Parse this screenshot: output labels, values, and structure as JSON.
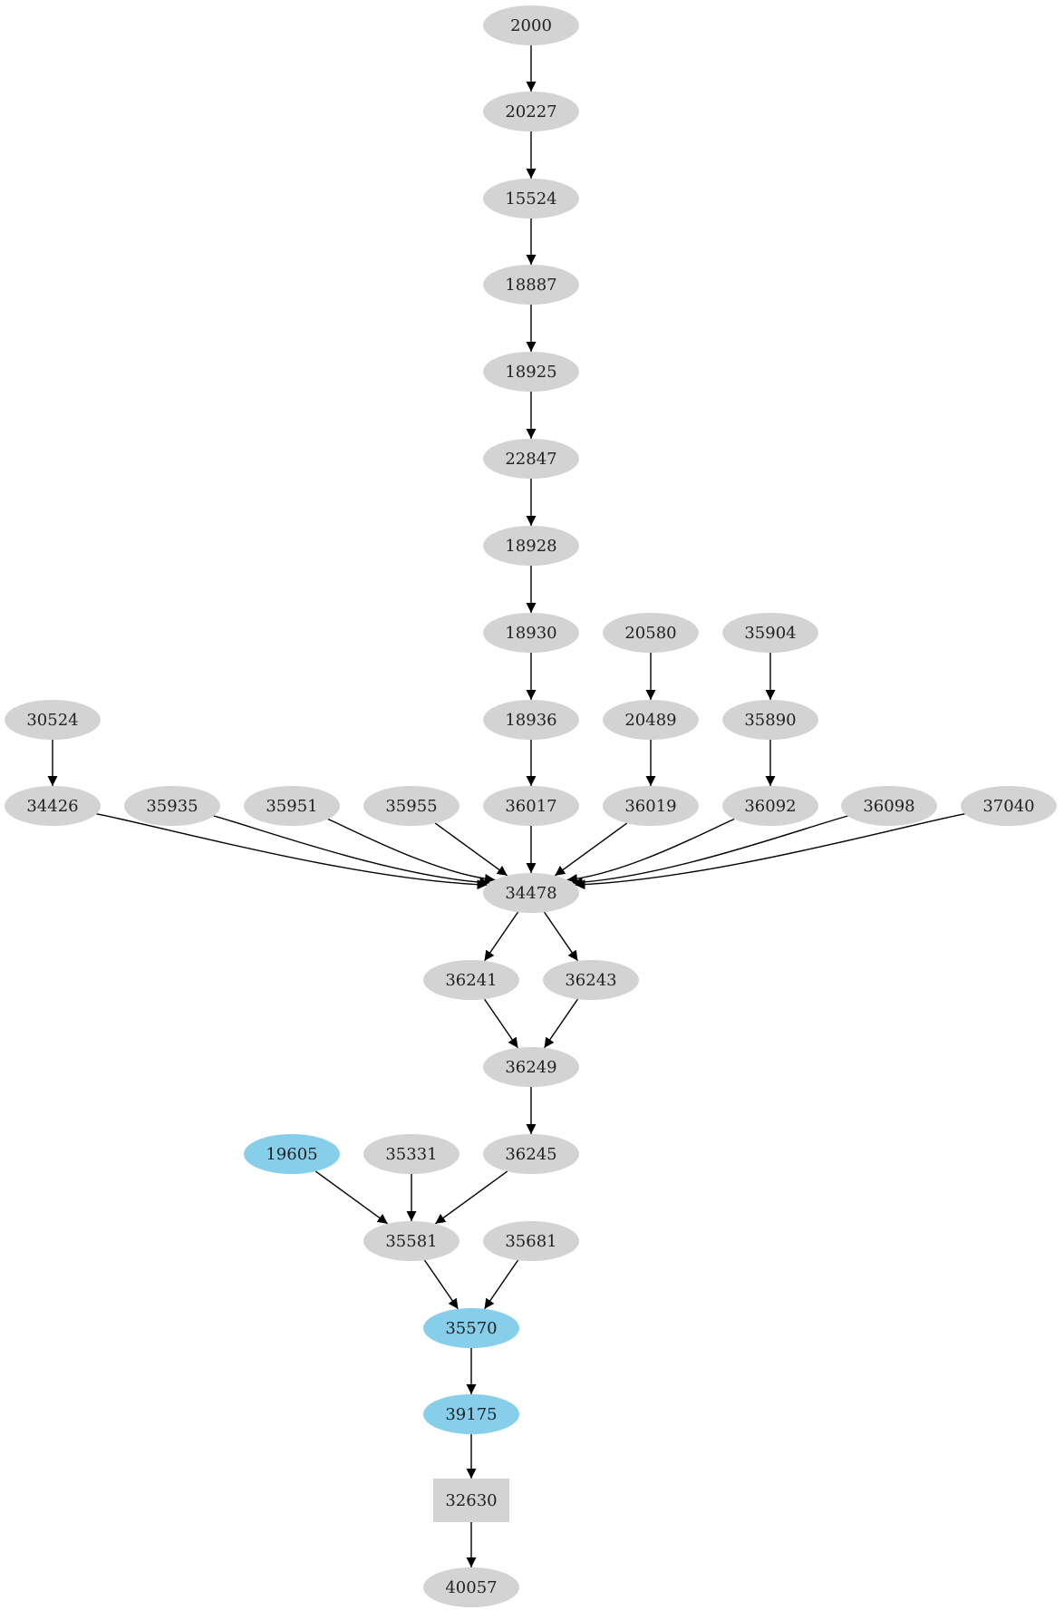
{
  "colors": {
    "default_fill": "#d3d3d3",
    "highlight_fill": "#87ceeb",
    "edge": "#000000"
  },
  "nodes": [
    {
      "id": "2000",
      "label": "2000",
      "shape": "ellipse",
      "highlight": false
    },
    {
      "id": "20227",
      "label": "20227",
      "shape": "ellipse",
      "highlight": false
    },
    {
      "id": "15524",
      "label": "15524",
      "shape": "ellipse",
      "highlight": false
    },
    {
      "id": "18887",
      "label": "18887",
      "shape": "ellipse",
      "highlight": false
    },
    {
      "id": "18925",
      "label": "18925",
      "shape": "ellipse",
      "highlight": false
    },
    {
      "id": "22847",
      "label": "22847",
      "shape": "ellipse",
      "highlight": false
    },
    {
      "id": "18928",
      "label": "18928",
      "shape": "ellipse",
      "highlight": false
    },
    {
      "id": "18930",
      "label": "18930",
      "shape": "ellipse",
      "highlight": false
    },
    {
      "id": "20580",
      "label": "20580",
      "shape": "ellipse",
      "highlight": false
    },
    {
      "id": "35904",
      "label": "35904",
      "shape": "ellipse",
      "highlight": false
    },
    {
      "id": "30524",
      "label": "30524",
      "shape": "ellipse",
      "highlight": false
    },
    {
      "id": "18936",
      "label": "18936",
      "shape": "ellipse",
      "highlight": false
    },
    {
      "id": "20489",
      "label": "20489",
      "shape": "ellipse",
      "highlight": false
    },
    {
      "id": "35890",
      "label": "35890",
      "shape": "ellipse",
      "highlight": false
    },
    {
      "id": "34426",
      "label": "34426",
      "shape": "ellipse",
      "highlight": false
    },
    {
      "id": "35935",
      "label": "35935",
      "shape": "ellipse",
      "highlight": false
    },
    {
      "id": "35951",
      "label": "35951",
      "shape": "ellipse",
      "highlight": false
    },
    {
      "id": "35955",
      "label": "35955",
      "shape": "ellipse",
      "highlight": false
    },
    {
      "id": "36017",
      "label": "36017",
      "shape": "ellipse",
      "highlight": false
    },
    {
      "id": "36019",
      "label": "36019",
      "shape": "ellipse",
      "highlight": false
    },
    {
      "id": "36092",
      "label": "36092",
      "shape": "ellipse",
      "highlight": false
    },
    {
      "id": "36098",
      "label": "36098",
      "shape": "ellipse",
      "highlight": false
    },
    {
      "id": "37040",
      "label": "37040",
      "shape": "ellipse",
      "highlight": false
    },
    {
      "id": "34478",
      "label": "34478",
      "shape": "ellipse",
      "highlight": false
    },
    {
      "id": "36241",
      "label": "36241",
      "shape": "ellipse",
      "highlight": false
    },
    {
      "id": "36243",
      "label": "36243",
      "shape": "ellipse",
      "highlight": false
    },
    {
      "id": "36249",
      "label": "36249",
      "shape": "ellipse",
      "highlight": false
    },
    {
      "id": "19605",
      "label": "19605",
      "shape": "ellipse",
      "highlight": true
    },
    {
      "id": "35331",
      "label": "35331",
      "shape": "ellipse",
      "highlight": false
    },
    {
      "id": "36245",
      "label": "36245",
      "shape": "ellipse",
      "highlight": false
    },
    {
      "id": "35581",
      "label": "35581",
      "shape": "ellipse",
      "highlight": false
    },
    {
      "id": "35681",
      "label": "35681",
      "shape": "ellipse",
      "highlight": false
    },
    {
      "id": "35570",
      "label": "35570",
      "shape": "ellipse",
      "highlight": true
    },
    {
      "id": "39175",
      "label": "39175",
      "shape": "ellipse",
      "highlight": true
    },
    {
      "id": "32630",
      "label": "32630",
      "shape": "box",
      "highlight": false
    },
    {
      "id": "40057",
      "label": "40057",
      "shape": "ellipse",
      "highlight": false
    }
  ],
  "edges": [
    [
      "2000",
      "20227"
    ],
    [
      "20227",
      "15524"
    ],
    [
      "15524",
      "18887"
    ],
    [
      "18887",
      "18925"
    ],
    [
      "18925",
      "22847"
    ],
    [
      "22847",
      "18928"
    ],
    [
      "18928",
      "18930"
    ],
    [
      "18930",
      "18936"
    ],
    [
      "18936",
      "36017"
    ],
    [
      "20580",
      "20489"
    ],
    [
      "20489",
      "36019"
    ],
    [
      "35904",
      "35890"
    ],
    [
      "35890",
      "36092"
    ],
    [
      "30524",
      "34426"
    ],
    [
      "34426",
      "34478"
    ],
    [
      "35935",
      "34478"
    ],
    [
      "35951",
      "34478"
    ],
    [
      "35955",
      "34478"
    ],
    [
      "36017",
      "34478"
    ],
    [
      "36019",
      "34478"
    ],
    [
      "36092",
      "34478"
    ],
    [
      "36098",
      "34478"
    ],
    [
      "37040",
      "34478"
    ],
    [
      "34478",
      "36241"
    ],
    [
      "34478",
      "36243"
    ],
    [
      "36241",
      "36249"
    ],
    [
      "36243",
      "36249"
    ],
    [
      "36249",
      "36245"
    ],
    [
      "19605",
      "35581"
    ],
    [
      "35331",
      "35581"
    ],
    [
      "36245",
      "35581"
    ],
    [
      "35581",
      "35570"
    ],
    [
      "35681",
      "35570"
    ],
    [
      "35570",
      "39175"
    ],
    [
      "39175",
      "32630"
    ],
    [
      "32630",
      "40057"
    ]
  ]
}
